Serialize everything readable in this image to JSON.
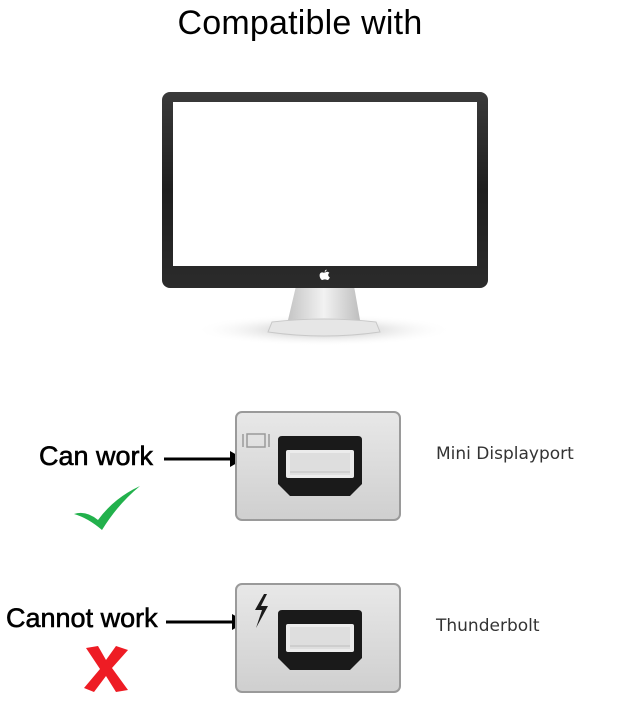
{
  "title": "Compatible with",
  "compatible": {
    "status_label": "Can work",
    "port_name": "Mini Displayport",
    "status_icon": "checkmark-icon",
    "port_icon": "mini-displayport-icon",
    "status_color": "#22b14c"
  },
  "incompatible": {
    "status_label": "Cannot work",
    "port_name": "Thunderbolt",
    "status_icon": "cross-icon",
    "port_icon": "thunderbolt-lightning-icon",
    "status_color": "#ee1c24"
  },
  "monitor": {
    "icon": "apple-logo-icon"
  }
}
